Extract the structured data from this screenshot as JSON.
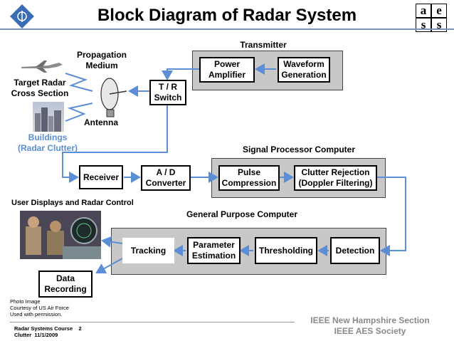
{
  "header": {
    "title": "Block Diagram of Radar System",
    "logo_right": [
      "a",
      "e",
      "s",
      "s"
    ]
  },
  "diagram": {
    "transmitter_label": "Transmitter",
    "power_amplifier": "Power\nAmplifier",
    "waveform_generation": "Waveform\nGeneration",
    "propagation_medium": "Propagation\nMedium",
    "target_label": "Target Radar\nCross Section",
    "tr_switch": "T / R\nSwitch",
    "antenna_label": "Antenna",
    "buildings_label": "Buildings\n(Radar Clutter)",
    "signal_processor_label": "Signal Processor Computer",
    "receiver": "Receiver",
    "ad_converter": "A / D\nConverter",
    "pulse_compression": "Pulse\nCompression",
    "clutter_rejection": "Clutter Rejection\n(Doppler Filtering)",
    "user_displays_label": "User Displays and Radar Control",
    "general_purpose_label": "General Purpose Computer",
    "tracking": "Tracking",
    "parameter_estimation": "Parameter\nEstimation",
    "thresholding": "Thresholding",
    "detection": "Detection",
    "data_recording": "Data\nRecording"
  },
  "footer": {
    "photo_credit": "Photo Image\nCourtesy of US Air Force\nUsed with permission.",
    "course": "Radar Systems Course    2",
    "clutter_date": "Clutter  11/1/2009",
    "section1": "IEEE New Hampshire Section",
    "section2": "IEEE AES Society"
  },
  "colors": {
    "arrow": "#5b8ed6",
    "group_fill": "#c8c8c8",
    "accent_text": "#5b8ed6"
  }
}
